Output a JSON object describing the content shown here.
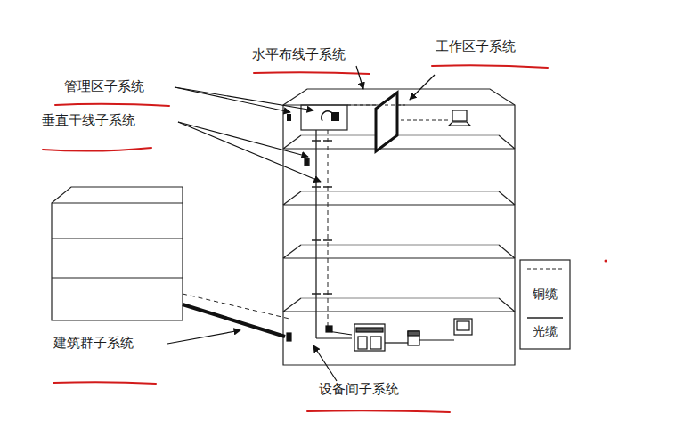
{
  "diagram": {
    "labels": [
      "管理区子系统",
      "垂直干线子系统",
      "水平布线子系统",
      "工作区子系统",
      "建筑群子系统",
      "设备间子系统"
    ],
    "legend": [
      {
        "text": "铜缆"
      },
      {
        "text": "光缆"
      }
    ]
  }
}
